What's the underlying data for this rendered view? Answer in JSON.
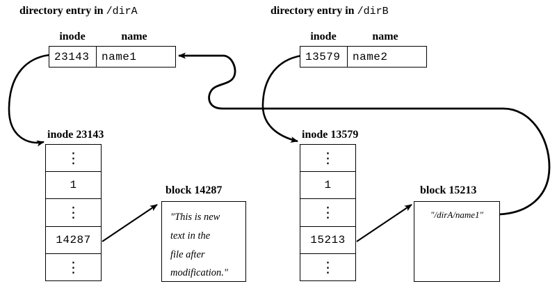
{
  "diagram": {
    "title_left_prefix": "directory entry in ",
    "title_left_path": "/dirA",
    "title_right_prefix": "directory entry in ",
    "title_right_path": "/dirB",
    "column_headers": {
      "inode": "inode",
      "name": "name"
    },
    "left": {
      "dir_entry": {
        "inode": "23143",
        "name": "name1"
      },
      "inode_label": "inode 23143",
      "inode_rows": [
        "⋮",
        "1",
        "⋮",
        "14287",
        "⋮"
      ],
      "block_label": "block 14287",
      "block_text": "\"This is new\ntext in the\nfile after\nmodification.\""
    },
    "right": {
      "dir_entry": {
        "inode": "13579",
        "name": "name2"
      },
      "inode_label": "inode 13579",
      "inode_rows": [
        "⋮",
        "1",
        "⋮",
        "15213",
        "⋮"
      ],
      "block_label": "block 15213",
      "block_text": "\"/dirA/name1\""
    },
    "colors": {
      "stroke": "#000000",
      "background": "#ffffff"
    }
  }
}
